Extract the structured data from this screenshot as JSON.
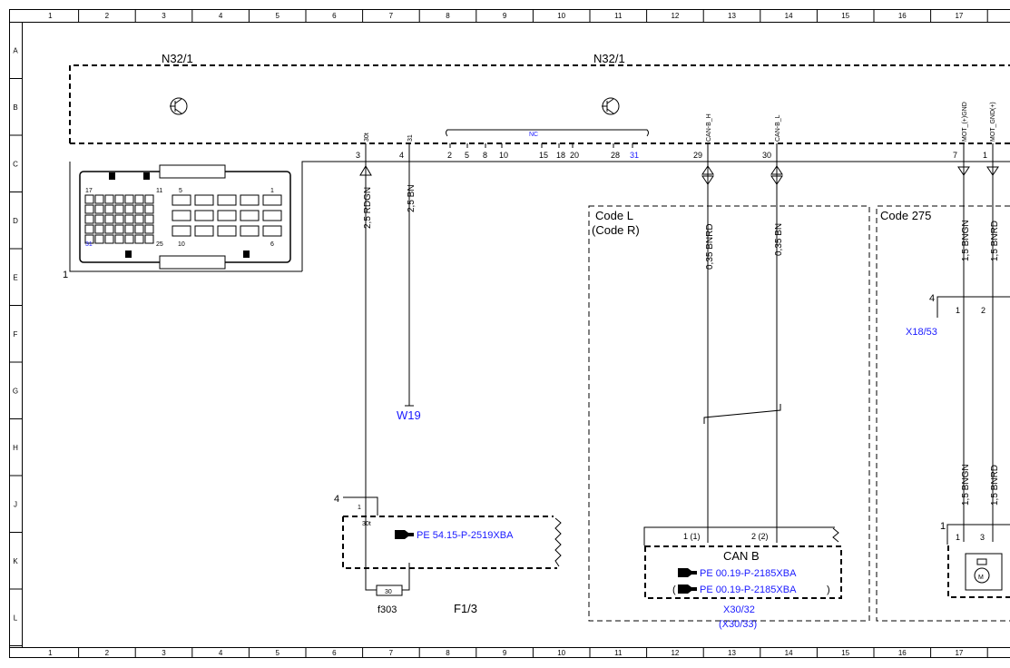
{
  "ruler": {
    "cols": [
      "1",
      "2",
      "3",
      "4",
      "5",
      "6",
      "7",
      "8",
      "9",
      "10",
      "11",
      "12",
      "13",
      "14",
      "15",
      "16",
      "17"
    ],
    "rows": [
      "A",
      "B",
      "C",
      "D",
      "E",
      "F",
      "G",
      "H",
      "J",
      "K",
      "L"
    ]
  },
  "components": {
    "n32_left_label": "N32/1",
    "n32_right_label": "N32/1",
    "connector_ref": "1",
    "code_l": "Code L",
    "code_r": "(Code R)",
    "code_275": "Code 275",
    "w19": "W19",
    "x18_53": "X18/53",
    "can_b": "CAN B",
    "x30_32": "X30/32",
    "x30_33": "(X30/33)",
    "f303": "f303",
    "f1_3": "F1/3",
    "fuse_value": "30",
    "terminal_30t": "30t",
    "nc_label": "NC"
  },
  "references": {
    "pe_5415": "PE 54.15-P-2519XBA",
    "pe_0019_a": "PE 00.19-P-2185XBA",
    "pe_0019_b": "PE 00.19-P-2185XBA",
    "paren_open": "(",
    "paren_close": ")"
  },
  "signals": {
    "s30t": "30t",
    "s31": "31",
    "can_h": "CAN-B_H",
    "can_l": "CAN-B_L",
    "mot_ygnd": "MOT_(+)GND",
    "mot_gnd": "MOT_GND(+)"
  },
  "pins": {
    "p3": "3",
    "p4": "4",
    "p29": "29",
    "p30": "30",
    "p7": "7",
    "p1": "1",
    "nc_pins": [
      "2",
      "5",
      "8",
      "10",
      "15",
      "18",
      "20",
      "28",
      "31"
    ],
    "x18_1": "1",
    "x18_2": "2",
    "x18_num": "4",
    "fuse_block_num": "4",
    "fuse_block_pin": "1",
    "can_pin1": "1 (1)",
    "can_pin2": "2 (2)",
    "bottom_1": "1",
    "bottom_3": "3",
    "bottom_num": "1"
  },
  "wires": {
    "w_rdgn": "2,5 RDGN",
    "w_bn": "2,5 BN",
    "w_bnrd": "0,35 BNRD",
    "w_bn035": "0,35 BN",
    "w_bngn_top": "1,5 BNGN",
    "w_bnrd_top": "1,5 BNRD",
    "w_bngn_bot": "1,5 BNGN",
    "w_bnrd_bot": "1,5 BNRD"
  },
  "conn_labels": [
    "17",
    "11",
    "5",
    "1",
    "31",
    "25",
    "10",
    "6"
  ]
}
